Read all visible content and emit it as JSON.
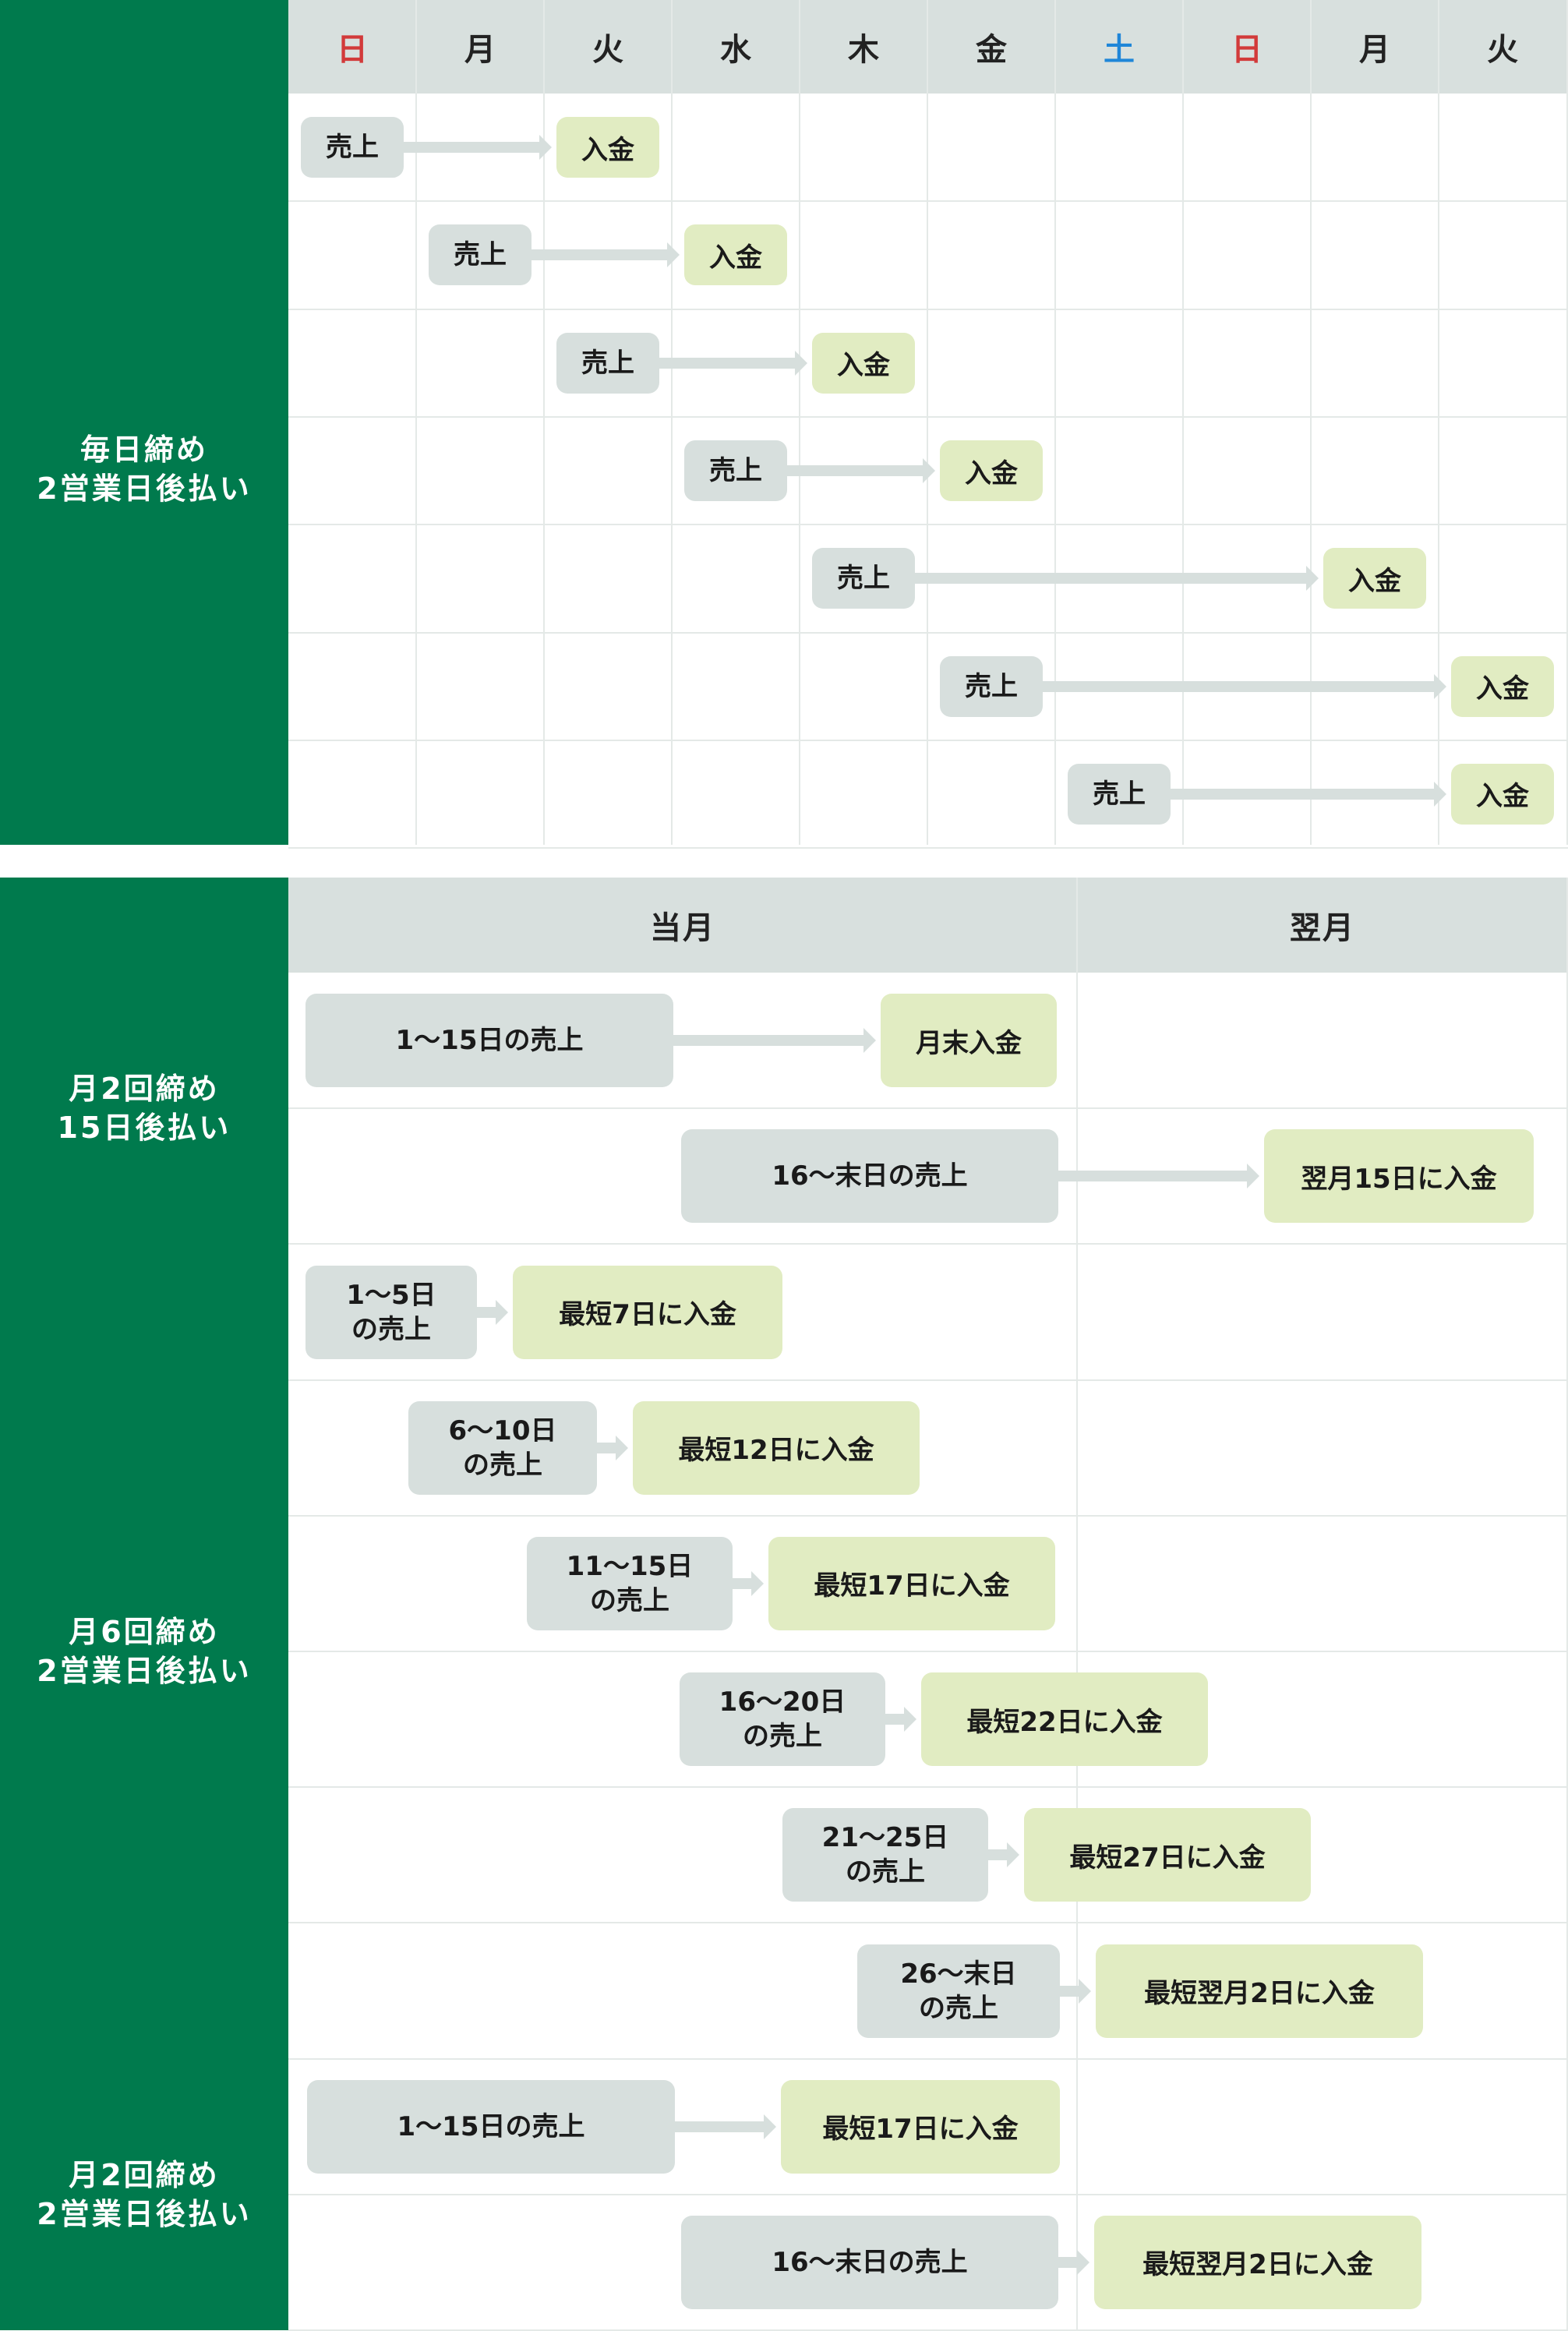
{
  "daily": {
    "label_line1": "毎日締め",
    "label_line2": "2営業日後払い",
    "days": [
      "日",
      "月",
      "火",
      "水",
      "木",
      "金",
      "土",
      "日",
      "月",
      "火"
    ],
    "sale_label": "売上",
    "pay_label": "入金"
  },
  "monthly": {
    "header_current": "当月",
    "header_next": "翌月",
    "groups": [
      {
        "label_line1": "月2回締め",
        "label_line2": "15日後払い",
        "rows": [
          {
            "sale": "1〜15日の売上",
            "pay": "月末入金"
          },
          {
            "sale": "16〜末日の売上",
            "pay": "翌月15日に入金"
          }
        ]
      },
      {
        "label_line1": "月6回締め",
        "label_line2": "2営業日後払い",
        "rows": [
          {
            "sale": "1〜5日\nの売上",
            "pay": "最短7日に入金"
          },
          {
            "sale": "6〜10日\nの売上",
            "pay": "最短12日に入金"
          },
          {
            "sale": "11〜15日\nの売上",
            "pay": "最短17日に入金"
          },
          {
            "sale": "16〜20日\nの売上",
            "pay": "最短22日に入金"
          },
          {
            "sale": "21〜25日\nの売上",
            "pay": "最短27日に入金"
          },
          {
            "sale": "26〜末日\nの売上",
            "pay": "最短翌月2日に入金"
          }
        ]
      },
      {
        "label_line1": "月2回締め",
        "label_line2": "2営業日後払い",
        "rows": [
          {
            "sale": "1〜15日の売上",
            "pay": "最短17日に入金"
          },
          {
            "sale": "16〜末日の売上",
            "pay": "最短翌月2日に入金"
          }
        ]
      }
    ]
  }
}
